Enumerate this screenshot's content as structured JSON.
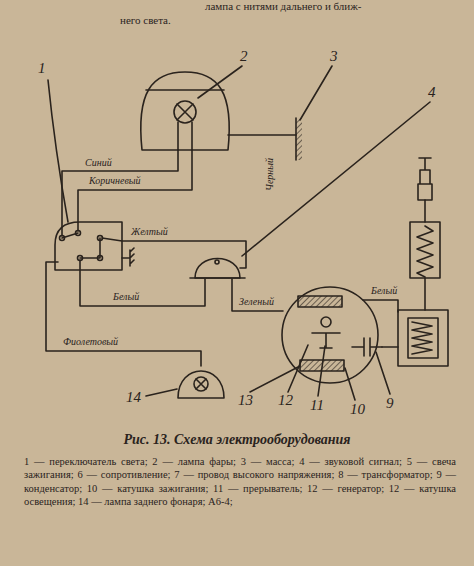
{
  "diagram": {
    "title": "Рис. 13. Схема электрооборудования",
    "caption": "1 — переключатель света; 2 — лампа фары; 3 — масса; 4 — звуковой сигнал; 5 — свеча зажигания; 6 — сопротивление; 7 — провод высокого напряжения; 8 — трансформатор; 9 — конденсатор; 10 — катушка зажигания; 11 — прерыватель; 12 — генератор; 12 — катушка освещения; 14 — лампа заднего фонаря; А6-4;",
    "labels": [
      "лампа с нитями дальнего и ближ-",
      "него света.",
      "1",
      "2",
      "3",
      "4",
      "Синий",
      "Коричневый",
      "Черный",
      "Желтый",
      "Белый",
      "Зеленый",
      "Белый",
      "Фиолетовый",
      "14",
      "13",
      "12",
      "11",
      "10",
      "9"
    ]
  }
}
